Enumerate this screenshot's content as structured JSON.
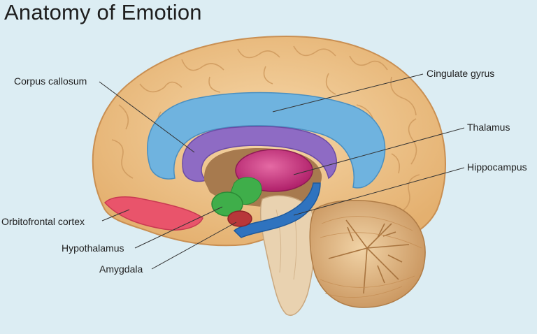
{
  "title": "Anatomy of Emotion",
  "labels": {
    "corpus_callosum": "Corpus callosum",
    "cingulate_gyrus": "Cingulate gyrus",
    "thalamus": "Thalamus",
    "hippocampus": "Hippocampus",
    "orbitofrontal_cortex": "Orbitofrontal cortex",
    "hypothalamus": "Hypothalamus",
    "amygdala": "Amygdala"
  },
  "colors": {
    "background": "#dcedf3",
    "cortex": "#efc58e",
    "cingulate_gyrus": "#6fb3df",
    "corpus_callosum": "#8e6bc4",
    "thalamus": "#c8317a",
    "hippocampus": "#2f73bf",
    "orbitofrontal_cortex": "#e9546b",
    "hypothalamus": "#3fae4a",
    "amygdala": "#b8373a",
    "brainstem": "#e9d2b0",
    "cerebellum": "#d9ae7b"
  }
}
